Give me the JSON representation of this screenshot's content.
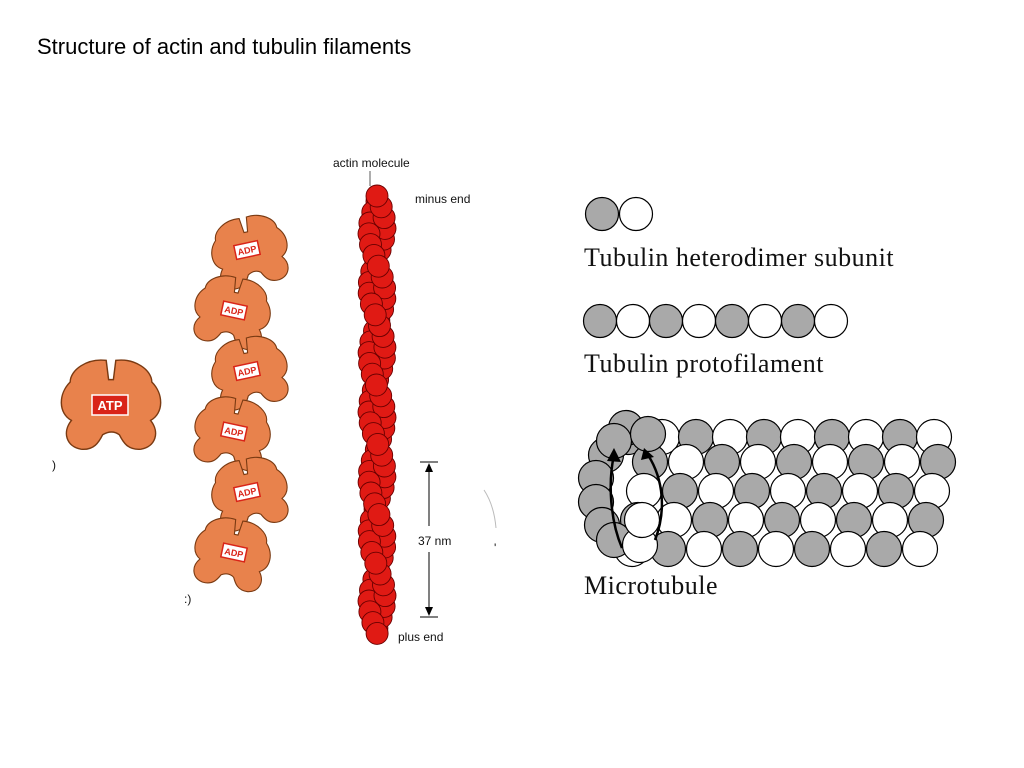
{
  "slide": {
    "title": "Structure of actin and tubulin filaments"
  },
  "actin": {
    "monomer_label": "ATP",
    "filament_subunit_label": "ADP",
    "filament_subunit_count": 6,
    "molecule_label": "actin molecule",
    "minus_end_label": "minus end",
    "plus_end_label": "plus end",
    "repeat_label": "37 nm",
    "stray_marks": [
      ")",
      ":)",
      "'"
    ]
  },
  "tubulin": {
    "heterodimer_label": "Tubulin heterodimer subunit",
    "protofilament_label": "Tubulin protofilament",
    "microtubule_label": "Microtubule"
  },
  "colors": {
    "actin_monomer_fill": "#E8824C",
    "actin_monomer_stroke": "#7A3A12",
    "nucleotide_box": "#D92418",
    "actin_filament_bead": "#E01A14",
    "actin_filament_stroke": "#6A0000",
    "alpha_tubulin": "#A9A9A9",
    "beta_tubulin": "#FFFFFF",
    "outline": "#000000"
  }
}
